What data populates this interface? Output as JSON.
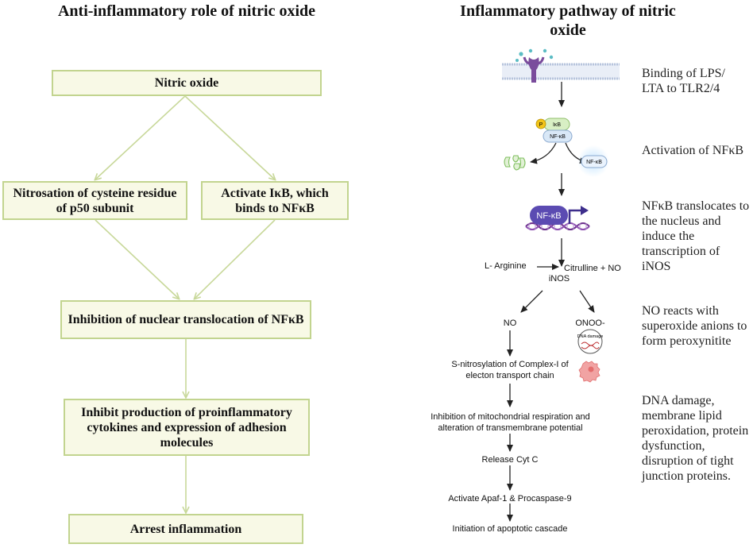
{
  "left": {
    "title": "Anti-inflammatory role of nitric oxide",
    "boxes": {
      "nitric_oxide": "Nitric oxide",
      "nitrosation": "Nitrosation of cysteine residue of p50 subunit",
      "activate_ikb": "Activate IκB, which binds to NFκB",
      "inhibition_translocation": "Inhibition of nuclear translocation of NFκB",
      "inhibit_production": "Inhibit production of proinflammatory cytokines and expression of adhesion molecules",
      "arrest": "Arrest inflammation"
    }
  },
  "right": {
    "title": "Inflammatory pathway of nitric oxide",
    "icons": {
      "p_label": "P",
      "ikb_label": "IκB",
      "nfkb_label": "NF-κB",
      "nfkb_free_label": "NF-κB",
      "nfkb_dna_label": "NF-κB",
      "dna_damage_label": "DNA damage"
    },
    "labels": {
      "l_arginine": "L- Arginine",
      "citrulline": "Citrulline + NO",
      "inos": "iNOS",
      "no": "NO",
      "onoo": "ONOO-",
      "s_nitrosylation": "S-nitrosylation of Complex-I of electon transport chain",
      "inhibition_mito": "Inhibition of mitochondrial respiration and alteration of transmembrane potential",
      "release_cytc": "Release Cyt C",
      "activate_apaf": "Activate Apaf-1 & Procaspase-9",
      "initiation": "Initiation of apoptotic cascade"
    },
    "descriptions": {
      "binding": "Binding of LPS/ LTA to TLR2/4",
      "activation": "Activation of NFκB",
      "translocates": "NFκB translocates to the nucleus and induce the transcription of iNOS",
      "no_reacts": "NO reacts with superoxide anions to form peroxynitite",
      "dna_damage": "DNA damage, membrane lipid peroxidation, protein dysfunction, disruption of tight junction proteins."
    }
  },
  "colors": {
    "box_fill": "#f8f9e6",
    "box_border": "#c2d48f",
    "arrow_left": "#c8d89a",
    "membrane": "#b7c4dc",
    "receptor": "#7a4c9c",
    "ligand": "#5bbcc4",
    "ikb_fill": "#d8efc4",
    "nfkb_fill": "#d9e8f7",
    "phospho": "#f2c418",
    "nfkb_dna_fill": "#5b4bb2",
    "dna": "#6b2f8c",
    "cell_damage": "#e98e8e"
  }
}
